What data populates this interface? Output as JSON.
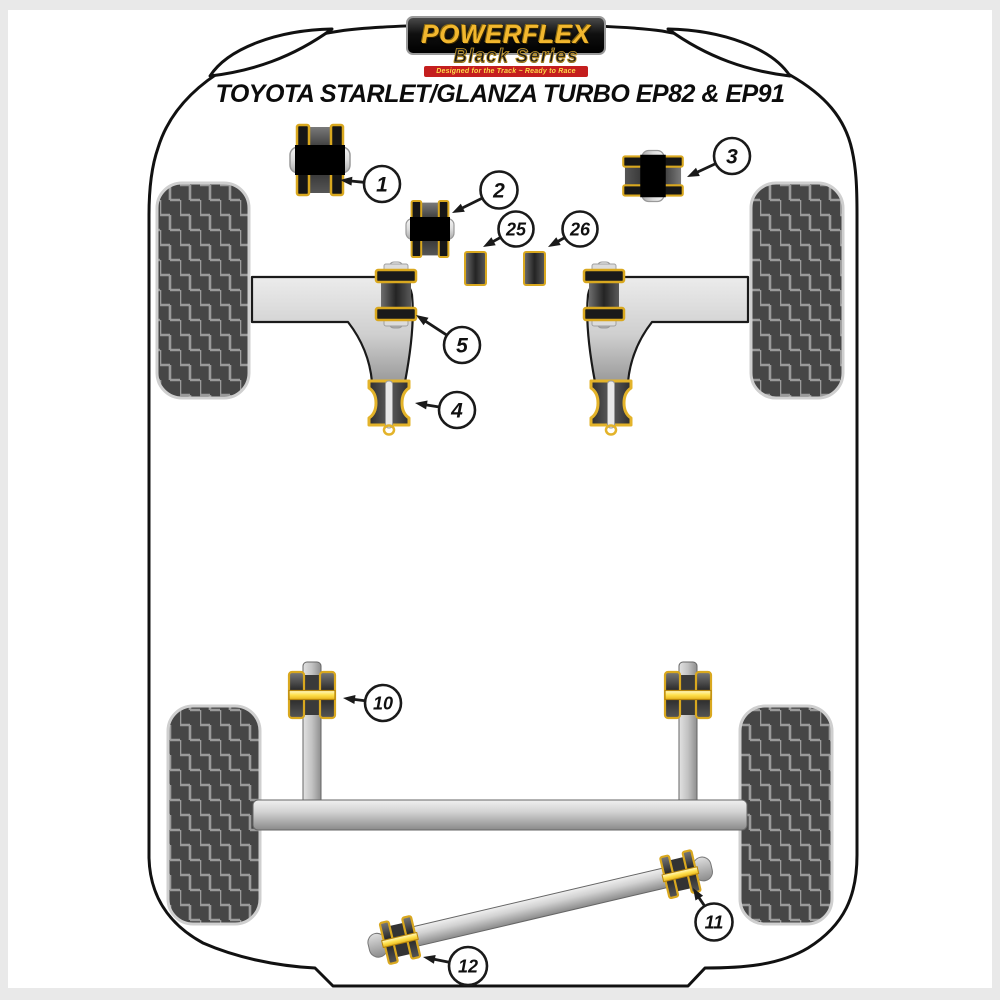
{
  "header": {
    "brand": "POWERFLEX",
    "series": "Black Series",
    "tagline": "Designed for the Track ~ Ready to Race",
    "title": "TOYOTA STARLET/GLANZA TURBO EP82 & EP91"
  },
  "callouts": [
    {
      "label": "1"
    },
    {
      "label": "2"
    },
    {
      "label": "3"
    },
    {
      "label": "4"
    },
    {
      "label": "5"
    },
    {
      "label": "10"
    },
    {
      "label": "11"
    },
    {
      "label": "12"
    },
    {
      "label": "25"
    },
    {
      "label": "26"
    }
  ],
  "colors": {
    "powerflex_gold": "#d9a81f",
    "bright_gold_band": "#ffe14d",
    "logo_gold_text": "#f2b72e",
    "banner_red": "#c41e1e",
    "bushing_black": "#1a1a1a",
    "arm_gray": "#c9c9c9",
    "tire_dark": "#464646",
    "tread_light": "#9a9a9a",
    "outline_black": "#111111",
    "background": "#ffffff"
  }
}
